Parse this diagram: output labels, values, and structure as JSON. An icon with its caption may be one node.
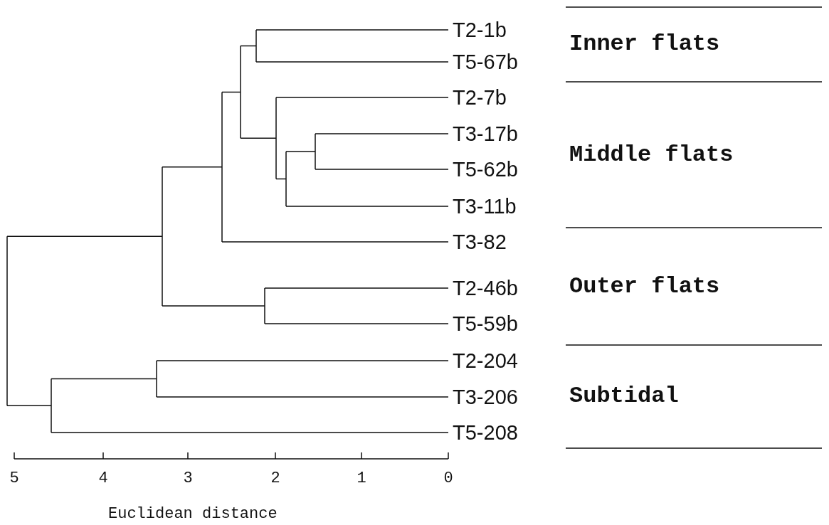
{
  "diagram": {
    "labels": [
      "T2-1b",
      "T5-67b",
      "T2-7b",
      "T3-17b",
      "T5-62b",
      "T3-11b",
      "T3-82",
      "T2-46b",
      "T5-59b",
      "T2-204",
      "T3-206",
      "T5-208",
      "Inner flats",
      "Middle flats",
      "Outer flats",
      "Subtidal",
      "5",
      "4",
      "3",
      "2",
      "1",
      "0",
      "Euclidean distance"
    ]
  }
}
